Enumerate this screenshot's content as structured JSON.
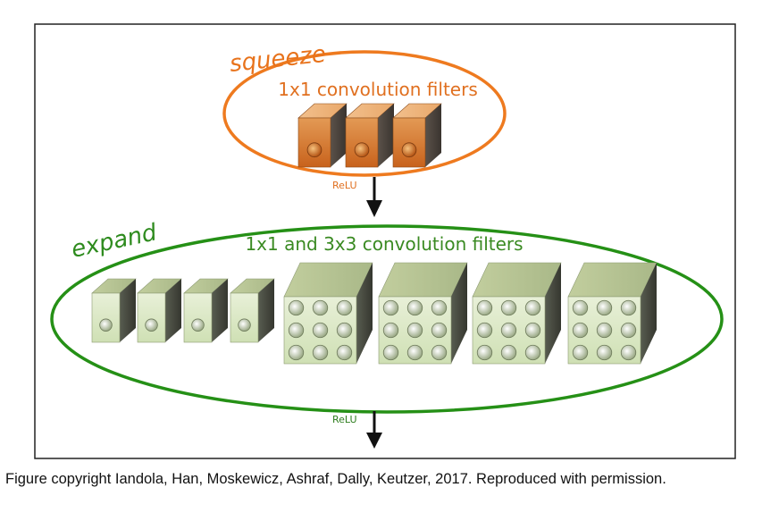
{
  "squeeze": {
    "title": "squeeze",
    "subtitle": "1x1 convolution filters",
    "filter_count": 3,
    "filter_kernel": "1x1",
    "color": "#e8731c"
  },
  "relu_top": "ReLU",
  "expand": {
    "title": "expand",
    "subtitle": "1x1 and 3x3 convolution filters",
    "filters_1x1": 4,
    "filters_3x3": 4,
    "color": "#2e8b1e"
  },
  "relu_bottom": "ReLU",
  "caption": "Figure copyright Iandola, Han, Moskewicz, Ashraf, Dally, Keutzer, 2017. Reproduced with permission."
}
